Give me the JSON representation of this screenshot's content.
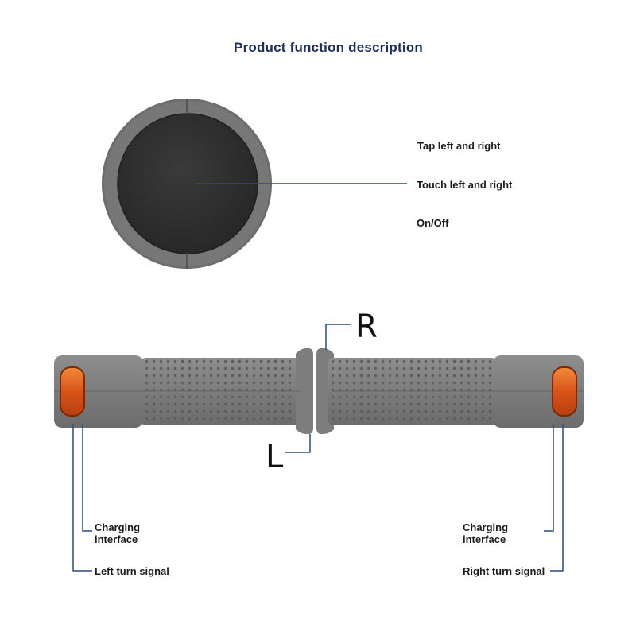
{
  "title": "Product function description",
  "button_labels": {
    "tap": "Tap left and right",
    "touch": "Touch left and right",
    "power": "On/Off"
  },
  "grip_labels": {
    "right_letter": "R",
    "left_letter": "L",
    "charging_left": [
      "Charging",
      "interface"
    ],
    "charging_right": [
      "Charging",
      "interface"
    ],
    "left_signal": "Left turn signal",
    "right_signal": "Right turn signal"
  },
  "colors": {
    "title": "#1d2f57",
    "leader_line": "#2d4a7c",
    "grip_gray": "#808080",
    "button_face": "#333333",
    "signal_amber": "#e0621a"
  }
}
